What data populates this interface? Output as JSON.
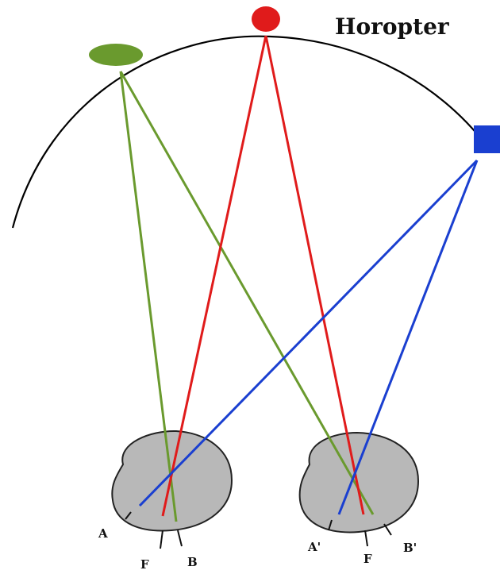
{
  "title": "Horopter",
  "labels": {
    "left_eye": {
      "a": "A",
      "f": "F",
      "b": "B"
    },
    "right_eye": {
      "a": "A'",
      "f": "F",
      "b": "B'"
    }
  },
  "colors": {
    "horopter_arc": "#000000",
    "green": "#6a9a2e",
    "red": "#e01b1b",
    "blue": "#1a3fd0",
    "eye_fill": "#b8b8b8",
    "eye_stroke": "#222222"
  },
  "objects": [
    {
      "id": "green-ellipse",
      "color": "green",
      "shape": "ellipse"
    },
    {
      "id": "red-circle",
      "color": "red",
      "shape": "circle"
    },
    {
      "id": "blue-square",
      "color": "blue",
      "shape": "square"
    }
  ]
}
